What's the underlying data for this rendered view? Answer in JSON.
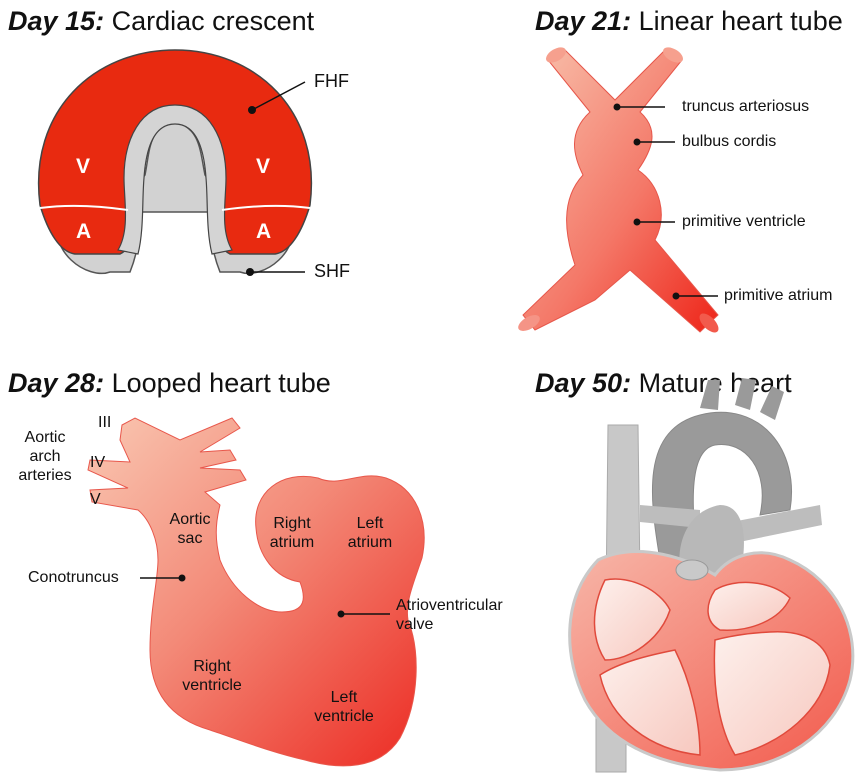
{
  "panels": {
    "day15": {
      "day": "Day 15:",
      "title": "Cardiac crescent",
      "labels": {
        "fhf": "FHF",
        "shf": "SHF",
        "v": "V",
        "a": "A"
      }
    },
    "day21": {
      "day": "Day 21:",
      "title": "Linear heart tube",
      "labels": {
        "truncus": "truncus arteriosus",
        "bulbus": "bulbus cordis",
        "ventricle": "primitive ventricle",
        "atrium": "primitive atrium"
      }
    },
    "day28": {
      "day": "Day 28:",
      "title": "Looped heart tube",
      "labels": {
        "arch_iii": "III",
        "arch_iv": "IV",
        "arch_v": "V",
        "aortic_arch_arteries": [
          "Aortic",
          "arch",
          "arteries"
        ],
        "aortic_sac": [
          "Aortic",
          "sac"
        ],
        "right_atrium": [
          "Right",
          "atrium"
        ],
        "left_atrium": [
          "Left",
          "atrium"
        ],
        "conotruncus": "Conotruncus",
        "av_valve": [
          "Atrioventricular",
          "valve"
        ],
        "right_ventricle": [
          "Right",
          "ventricle"
        ],
        "left_ventricle": [
          "Left",
          "ventricle"
        ]
      }
    },
    "day50": {
      "day": "Day 50:",
      "title": "Mature heart"
    }
  },
  "colors": {
    "crescent_red": "#e82a10",
    "shf_gray": "#d2d2d2",
    "tube_light": "#f6a98e",
    "tube_dark": "#ef2a20",
    "vessel_gray": "#c2c2c2",
    "heart_wall": "#f06a5c",
    "heart_inner": "#fbdcd6"
  }
}
